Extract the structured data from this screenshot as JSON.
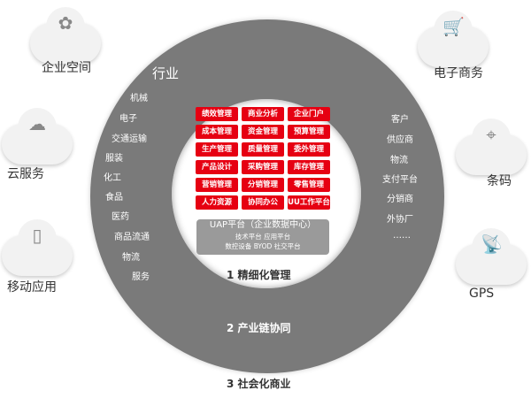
{
  "industry": {
    "title": "行业",
    "items": [
      "机械",
      "电子",
      "交通运输",
      "服装",
      "化工",
      "食品",
      "医药",
      "商品流通",
      "物流",
      "服务"
    ]
  },
  "chain": {
    "items": [
      "客户",
      "供应商",
      "物流",
      "支付平台",
      "分销商",
      "外协厂",
      "……"
    ]
  },
  "modules": [
    "绩效管理",
    "商业分析",
    "企业门户",
    "成本管理",
    "资金管理",
    "预算管理",
    "生产管理",
    "质量管理",
    "委外管理",
    "产品设计",
    "采购管理",
    "库存管理",
    "营销管理",
    "分销管理",
    "零售管理",
    "人力资源",
    "协同办公",
    "UU工作平台"
  ],
  "uap": {
    "title": "UAP平台（企业数据中心）",
    "line1": "技术平台  应用平台",
    "line2": "数控设备  BYOD  社交平台"
  },
  "rings": [
    "1 精细化管理",
    "2 产业链协同",
    "3 社会化商业"
  ],
  "clouds_left": [
    {
      "label": "企业空间",
      "icon": "flower-icon"
    },
    {
      "label": "云服务",
      "icon": "cloud-share-icon"
    },
    {
      "label": "移动应用",
      "icon": "mobile-chat-icon"
    }
  ],
  "clouds_right": [
    {
      "label": "电子商务",
      "icon": "cart-icon"
    },
    {
      "label": "条码",
      "icon": "map-icon"
    },
    {
      "label": "GPS",
      "icon": "satellite-icon"
    }
  ],
  "colors": {
    "accent": "#e60012",
    "ring": "#7a7a7a"
  }
}
